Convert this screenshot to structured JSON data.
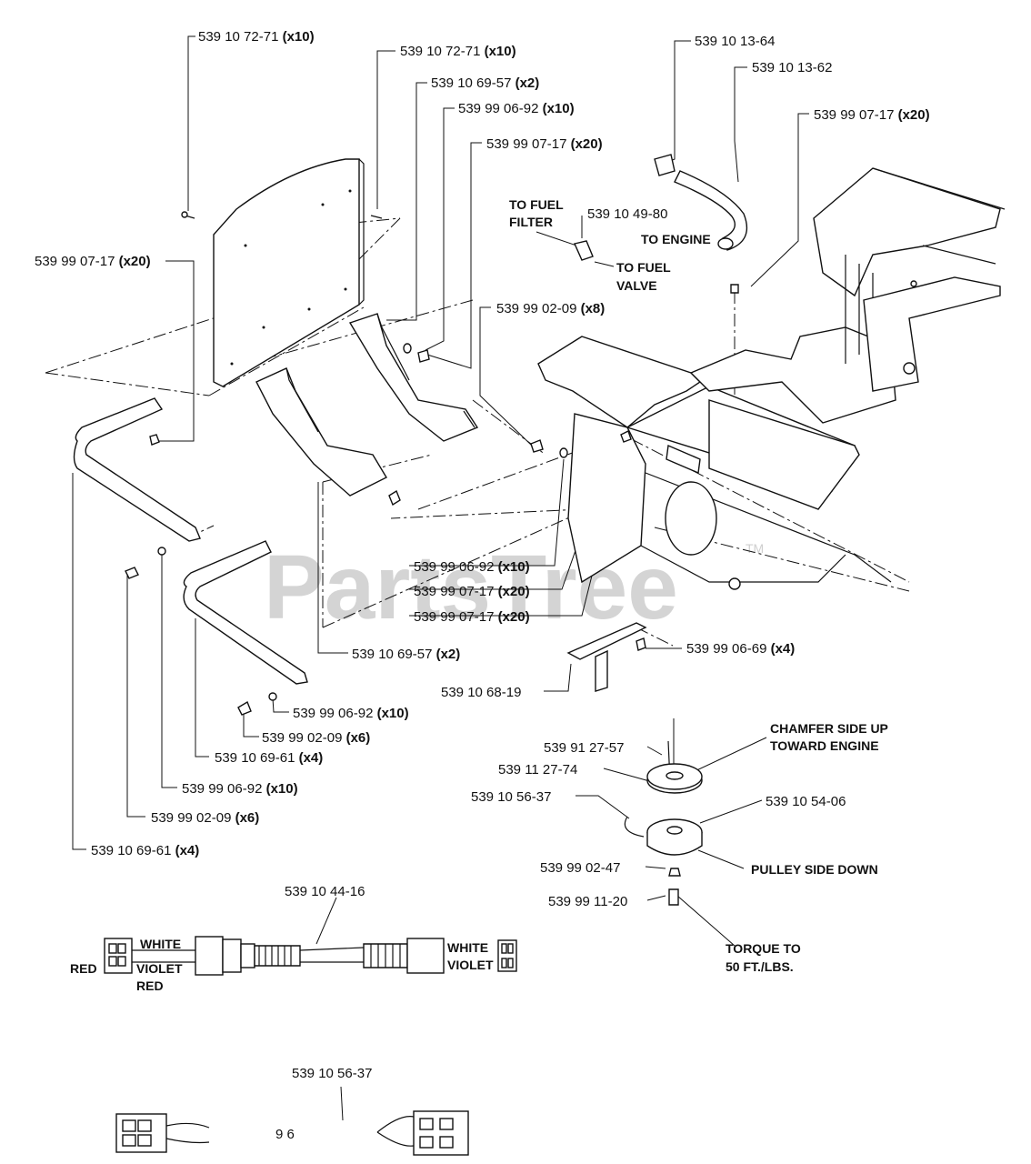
{
  "watermark": {
    "text": "PartsTree",
    "tm": "TM"
  },
  "labels": [
    {
      "id": "l1",
      "part": "539 10 72-71",
      "qty": "(x10)"
    },
    {
      "id": "l2",
      "part": "539 10 72-71",
      "qty": "(x10)"
    },
    {
      "id": "l3",
      "part": "539 10 69-57",
      "qty": "(x2)"
    },
    {
      "id": "l4",
      "part": "539 99 06-92",
      "qty": "(x10)"
    },
    {
      "id": "l5",
      "part": "539 99 07-17",
      "qty": "(x20)"
    },
    {
      "id": "l6",
      "part": "539 10 13-64",
      "qty": ""
    },
    {
      "id": "l7",
      "part": "539 10 13-62",
      "qty": ""
    },
    {
      "id": "l8",
      "part": "539 99 07-17",
      "qty": "(x20)"
    },
    {
      "id": "l9",
      "part": "539 10 49-80",
      "qty": ""
    },
    {
      "id": "l10",
      "part": "539 99 07-17",
      "qty": "(x20)"
    },
    {
      "id": "l11",
      "part": "539 99 02-09",
      "qty": "(x8)"
    },
    {
      "id": "l12",
      "part": "539 99 06-92",
      "qty": "(x10)"
    },
    {
      "id": "l13",
      "part": "539 99 07-17",
      "qty": "(x20)"
    },
    {
      "id": "l14",
      "part": "539 99 07-17",
      "qty": "(x20)"
    },
    {
      "id": "l15",
      "part": "539 10 69-57",
      "qty": "(x2)"
    },
    {
      "id": "l16",
      "part": "539 99 06-69",
      "qty": "(x4)"
    },
    {
      "id": "l17",
      "part": "539 10 68-19",
      "qty": ""
    },
    {
      "id": "l18",
      "part": "539 99 06-92",
      "qty": "(x10)"
    },
    {
      "id": "l19",
      "part": "539 99 02-09",
      "qty": "(x6)"
    },
    {
      "id": "l20",
      "part": "539 10 69-61",
      "qty": "(x4)"
    },
    {
      "id": "l21",
      "part": "539 99 06-92",
      "qty": "(x10)"
    },
    {
      "id": "l22",
      "part": "539 99 02-09",
      "qty": "(x6)"
    },
    {
      "id": "l23",
      "part": "539 10 69-61",
      "qty": "(x4)"
    },
    {
      "id": "l24",
      "part": "539 91 27-57",
      "qty": ""
    },
    {
      "id": "l25",
      "part": "539 11 27-74",
      "qty": ""
    },
    {
      "id": "l26",
      "part": "539 10 56-37",
      "qty": ""
    },
    {
      "id": "l27",
      "part": "539 10 54-06",
      "qty": ""
    },
    {
      "id": "l28",
      "part": "539 99 02-47",
      "qty": ""
    },
    {
      "id": "l29",
      "part": "539 99 11-20",
      "qty": ""
    },
    {
      "id": "l30",
      "part": "539 10 44-16",
      "qty": ""
    },
    {
      "id": "l31",
      "part": "539 10 56-37",
      "qty": ""
    }
  ],
  "notes": {
    "to_fuel_filter_1": "TO FUEL",
    "to_fuel_filter_2": "FILTER",
    "to_engine": "TO ENGINE",
    "to_fuel_valve_1": "TO FUEL",
    "to_fuel_valve_2": "VALVE",
    "chamfer_1": "CHAMFER SIDE UP",
    "chamfer_2": "TOWARD ENGINE",
    "pulley_side": "PULLEY SIDE DOWN",
    "torque_1": "TORQUE TO",
    "torque_2": "50 FT./LBS."
  },
  "wiring": {
    "red_left": "RED",
    "white_left": "WHITE",
    "violet_left": "VIOLET",
    "red_below": "RED",
    "white_right": "WHITE",
    "violet_right": "VIOLET"
  },
  "pin_marks": "9 6"
}
